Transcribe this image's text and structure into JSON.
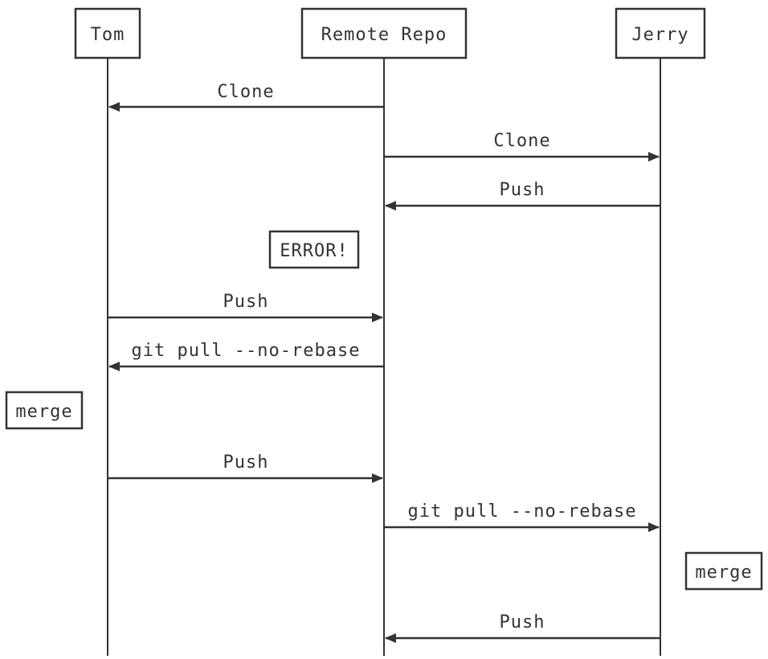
{
  "participants": [
    {
      "id": "tom",
      "label": "Tom"
    },
    {
      "id": "remote",
      "label": "Remote Repo"
    },
    {
      "id": "jerry",
      "label": "Jerry"
    }
  ],
  "messages": [
    {
      "from": "remote",
      "to": "tom",
      "label": "Clone"
    },
    {
      "from": "remote",
      "to": "jerry",
      "label": "Clone"
    },
    {
      "from": "jerry",
      "to": "remote",
      "label": "Push"
    },
    {
      "from": "tom",
      "to": "remote",
      "label": "Push"
    },
    {
      "from": "remote",
      "to": "tom",
      "label": "git pull --no-rebase"
    },
    {
      "from": "tom",
      "to": "remote",
      "label": "Push"
    },
    {
      "from": "remote",
      "to": "jerry",
      "label": "git pull --no-rebase"
    },
    {
      "from": "jerry",
      "to": "remote",
      "label": "Push"
    }
  ],
  "notes": [
    {
      "label": "ERROR!",
      "participant": "remote",
      "side": "left"
    },
    {
      "label": "merge",
      "participant": "tom",
      "side": "left"
    },
    {
      "label": "merge",
      "participant": "jerry",
      "side": "right"
    }
  ],
  "colors": {
    "line": "#333333",
    "text": "#333333",
    "background": "#ffffff"
  }
}
